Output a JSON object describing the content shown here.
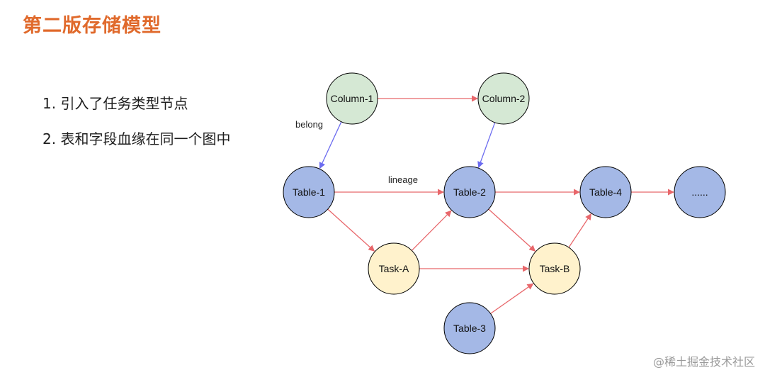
{
  "title": "第二版存储模型",
  "bullets": [
    "1. 引入了任务类型节点",
    "2. 表和字段血缘在同一个图中"
  ],
  "colors": {
    "title": "#e06a2c",
    "column_fill": "#d5e8d4",
    "table_fill": "#a4b8e6",
    "task_fill": "#fff2cc",
    "lineage_edge": "#e8676b",
    "belong_edge": "#6c6cf0"
  },
  "nodes": [
    {
      "id": "column-1",
      "label": "Column-1",
      "kind": "column"
    },
    {
      "id": "column-2",
      "label": "Column-2",
      "kind": "column"
    },
    {
      "id": "table-1",
      "label": "Table-1",
      "kind": "table"
    },
    {
      "id": "table-2",
      "label": "Table-2",
      "kind": "table"
    },
    {
      "id": "table-4",
      "label": "Table-4",
      "kind": "table"
    },
    {
      "id": "more",
      "label": "......",
      "kind": "table"
    },
    {
      "id": "task-a",
      "label": "Task-A",
      "kind": "task"
    },
    {
      "id": "task-b",
      "label": "Task-B",
      "kind": "task"
    },
    {
      "id": "table-3",
      "label": "Table-3",
      "kind": "table"
    }
  ],
  "edges": [
    {
      "from": "column-1",
      "to": "column-2",
      "type": "lineage"
    },
    {
      "from": "column-1",
      "to": "table-1",
      "type": "belong",
      "label": "belong"
    },
    {
      "from": "column-2",
      "to": "table-2",
      "type": "belong"
    },
    {
      "from": "table-1",
      "to": "table-2",
      "type": "lineage",
      "label": "lineage"
    },
    {
      "from": "table-1",
      "to": "task-a",
      "type": "lineage"
    },
    {
      "from": "task-a",
      "to": "table-2",
      "type": "lineage"
    },
    {
      "from": "task-a",
      "to": "task-b",
      "type": "lineage"
    },
    {
      "from": "table-2",
      "to": "table-4",
      "type": "lineage"
    },
    {
      "from": "table-2",
      "to": "task-b",
      "type": "lineage"
    },
    {
      "from": "task-b",
      "to": "table-4",
      "type": "lineage"
    },
    {
      "from": "table-4",
      "to": "more",
      "type": "lineage"
    },
    {
      "from": "table-3",
      "to": "task-b",
      "type": "lineage"
    }
  ],
  "watermark": "@稀土掘金技术社区"
}
